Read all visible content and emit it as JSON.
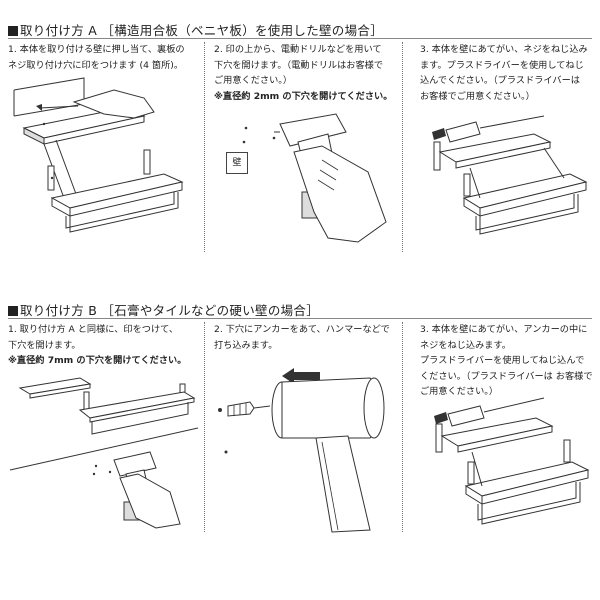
{
  "section_a": {
    "title": "取り付け方 A ［構造用合板（ベニヤ板）を使用した壁の場合］",
    "step1": [
      "1. 本体を取り付ける壁に押し当て、裏板の",
      "ネジ取り付け穴に印をつけます (4 箇所)。"
    ],
    "step2": [
      "2. 印の上から、電動ドリルなどを用いて",
      "下穴を開けます。（電動ドリルはお客様で",
      "ご用意ください。）"
    ],
    "step2_note": "※直径約 2mm の下穴を開けてください。",
    "step3": [
      "3. 本体を壁にあてがい、ネジをねじ込み",
      "ます。プラスドライバーを使用してねじ",
      "込んでください。（プラスドライバーは",
      "お客様でご用意ください。）"
    ],
    "wall_label": "壁"
  },
  "section_b": {
    "title": "取り付け方 B ［石膏やタイルなどの硬い壁の場合］",
    "step1": [
      "1. 取り付け方 A と同様に、印をつけて、",
      "下穴を開けます。"
    ],
    "step1_note": "※直径約 7mm の下穴を開けてください。",
    "step2": [
      "2. 下穴にアンカーをあて、ハンマーなどで",
      "打ち込みます。"
    ],
    "step3": [
      "3. 本体を壁にあてがい、アンカーの中に",
      "ネジをねじ込みます。",
      "プラスドライバーを使用してねじ込んで",
      "ください。（プラスドライバーは お客様で",
      "ご用意ください。）"
    ]
  },
  "icons": [
    "shelf-icon",
    "marker-pen-icon",
    "drill-icon",
    "screwdriver-icon",
    "hammer-icon",
    "anchor-icon",
    "arrow-left-icon"
  ]
}
